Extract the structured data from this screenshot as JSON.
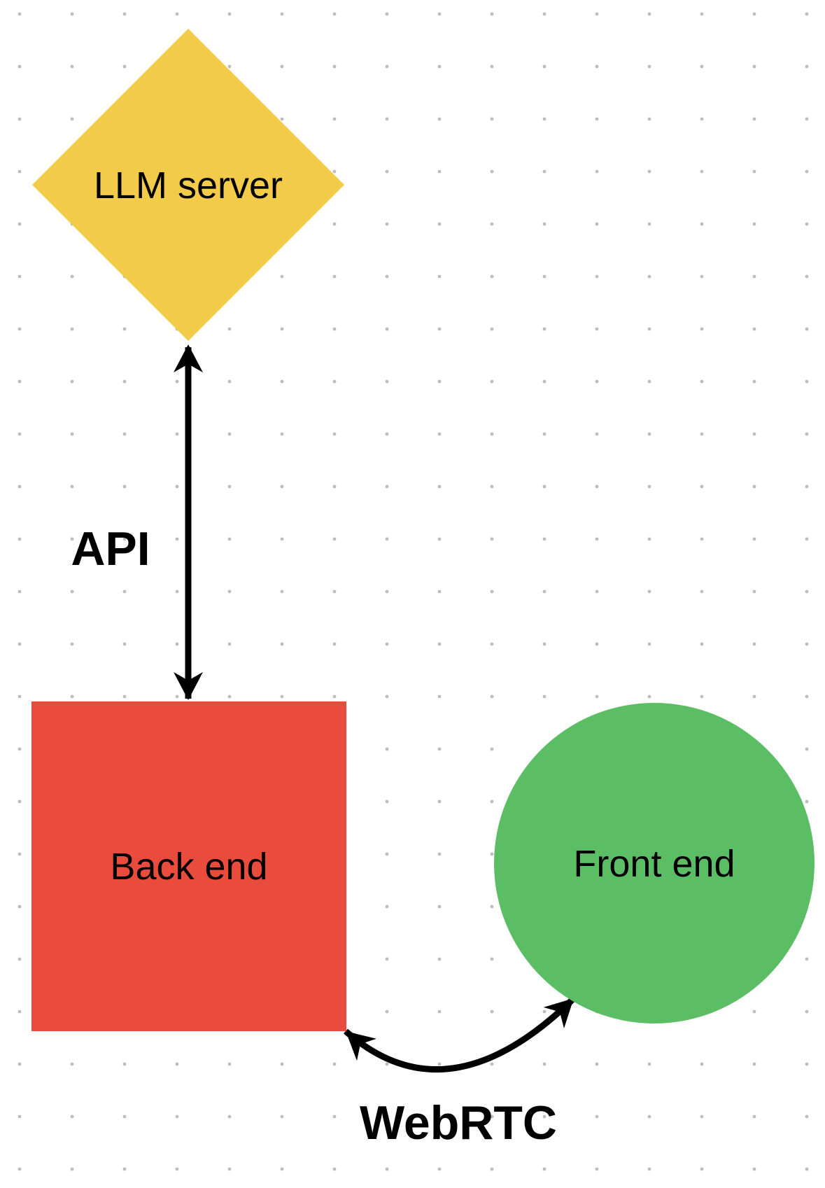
{
  "canvas": {
    "background_color": "#FFFFFF",
    "dot_grid_color": "#BDBDBD"
  },
  "nodes": [
    {
      "id": "llm-server",
      "shape": "diamond",
      "label": "LLM server",
      "fill": "#F3CB4B",
      "label_color": "#000000"
    },
    {
      "id": "back-end",
      "shape": "rectangle",
      "label": "Back end",
      "fill": "#E94B3C",
      "label_color": "#000000"
    },
    {
      "id": "front-end",
      "shape": "circle",
      "label": "Front end",
      "fill": "#5CBE64",
      "label_color": "#000000"
    }
  ],
  "edges": [
    {
      "id": "api",
      "label": "API",
      "style": "double-headed-straight-arrow",
      "connects": [
        "llm-server",
        "back-end"
      ],
      "color": "#000000"
    },
    {
      "id": "webrtc",
      "label": "WebRTC",
      "style": "double-headed-curved-arrow",
      "connects": [
        "back-end",
        "front-end"
      ],
      "color": "#000000"
    }
  ]
}
